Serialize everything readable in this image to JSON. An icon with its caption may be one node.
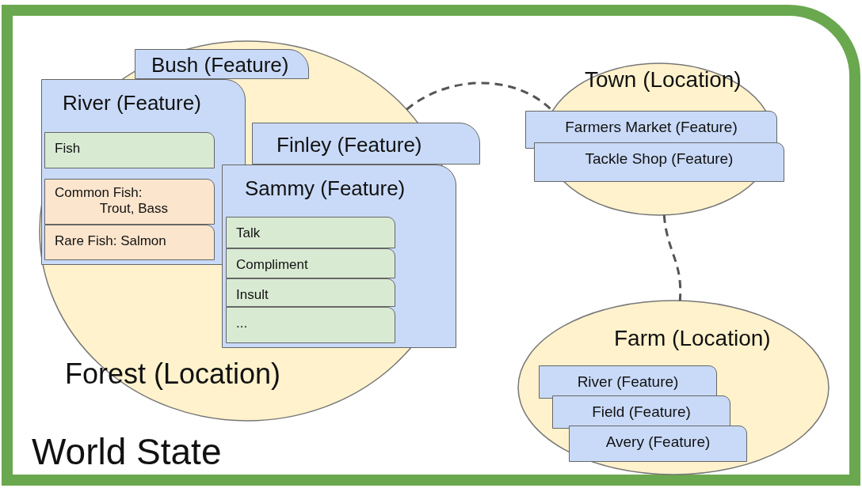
{
  "diagram": {
    "nodes": [
      {
        "text": [
          "World State"
        ]
      },
      {
        "text": [
          "Forest (Location)"
        ],
        "in": 0
      },
      {
        "text": [
          "Bush (Feature)"
        ],
        "in": 1
      },
      {
        "text": [
          "River (Feature)"
        ],
        "in": 1
      },
      {
        "text": [
          "Fish"
        ],
        "in": 3
      },
      {
        "text": [
          "Common Fish: Trout, Bass"
        ],
        "in": 3
      },
      {
        "text": [
          "Rare Fish: Salmon"
        ],
        "in": 3
      },
      {
        "text": [
          "Finley (Feature)"
        ],
        "in": 1
      },
      {
        "text": [
          "Sammy (Feature)"
        ],
        "in": 1
      },
      {
        "text": [
          "Talk"
        ],
        "in": 8
      },
      {
        "text": [
          "Compliment"
        ],
        "in": 8
      },
      {
        "text": [
          "Insult"
        ],
        "in": 8
      },
      {
        "text": [
          "..."
        ],
        "in": 8
      },
      {
        "text": [
          "Town (Location)"
        ],
        "in": 0
      },
      {
        "text": [
          "Farmers Market (Feature)"
        ],
        "in": 13
      },
      {
        "text": [
          "Tackle Shop (Feature)"
        ],
        "in": 13
      },
      {
        "text": [
          "Farm (Location)"
        ],
        "in": 0
      },
      {
        "text": [
          "River (Feature)"
        ],
        "in": 16
      },
      {
        "text": [
          "Field (Feature)"
        ],
        "in": 16
      },
      {
        "text": [
          "Avery (Feature)"
        ],
        "in": 16
      }
    ],
    "edges": [
      {
        "from": 1,
        "to": 13,
        "arrow": "none",
        "style": "dashed"
      },
      {
        "from": 13,
        "to": 16,
        "arrow": "none",
        "style": "dashed"
      }
    ]
  }
}
